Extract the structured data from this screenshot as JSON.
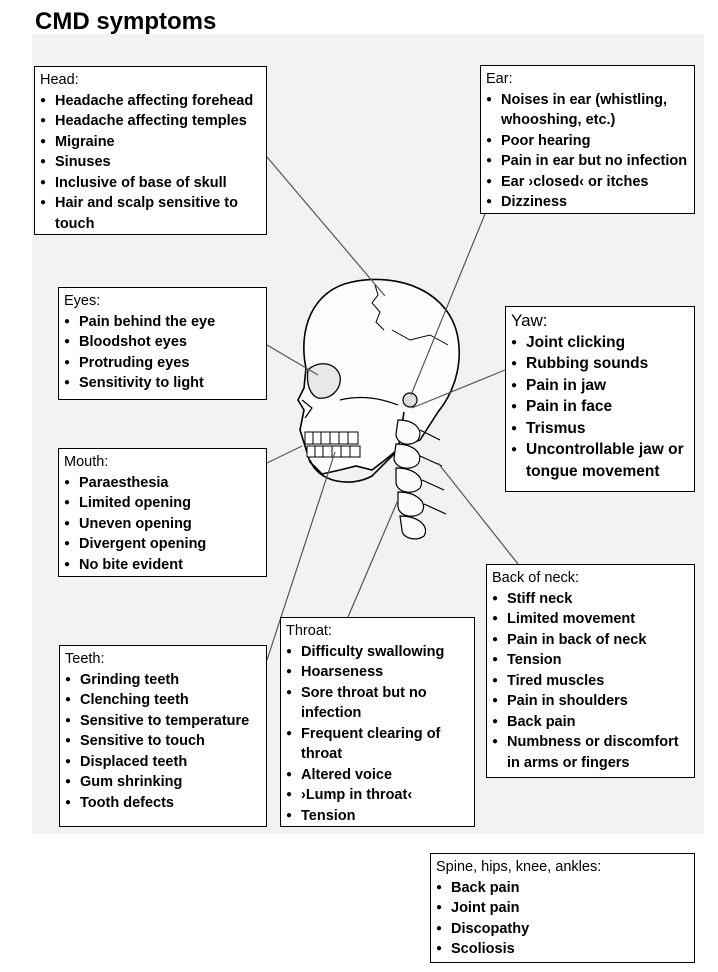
{
  "title": "CMD symptoms",
  "boxes": {
    "head": {
      "heading": "Head:",
      "items": [
        "Headache affecting forehead",
        "Headache affecting temples",
        "Migraine",
        "Sinuses",
        "Inclusive of base of skull",
        "Hair and scalp sensitive to touch"
      ]
    },
    "ear": {
      "heading": "Ear:",
      "items": [
        "Noises in ear (whistling, whooshing, etc.)",
        "Poor hearing",
        "Pain in ear but no infection",
        "Ear ›closed‹ or itches",
        "Dizziness"
      ]
    },
    "eyes": {
      "heading": "Eyes:",
      "items": [
        "Pain behind the eye",
        "Bloodshot eyes",
        "Protruding eyes",
        "Sensitivity to light"
      ]
    },
    "yaw": {
      "heading": "Yaw:",
      "items": [
        "Joint clicking",
        "Rubbing sounds",
        "Pain in jaw",
        "Pain in face",
        "Trismus",
        "Uncontrollable jaw or tongue movement"
      ]
    },
    "mouth": {
      "heading": "Mouth:",
      "items": [
        "Paraesthesia",
        "Limited opening",
        "Uneven opening",
        "Divergent opening",
        "No bite evident"
      ]
    },
    "neck": {
      "heading": "Back of neck:",
      "items": [
        "Stiff neck",
        "Limited movement",
        "Pain in back of neck",
        "Tension",
        "Tired muscles",
        "Pain in shoulders",
        "Back pain",
        "Numbness or discomfort in arms or fingers"
      ]
    },
    "throat": {
      "heading": "Throat:",
      "items": [
        "Difficulty swallowing",
        "Hoarseness",
        "Sore throat but no infection",
        "Frequent clearing of throat",
        "Altered voice",
        "›Lump in throat‹",
        "Tension"
      ]
    },
    "teeth": {
      "heading": "Teeth:",
      "items": [
        "Grinding teeth",
        "Clenching teeth",
        "Sensitive to temperature",
        "Sensitive to touch",
        "Displaced teeth",
        "Gum shrinking",
        "Tooth defects"
      ]
    },
    "spine": {
      "heading": "Spine, hips, knee, ankles:",
      "items": [
        "Back pain",
        "Joint pain",
        "Discopathy",
        "Scoliosis"
      ]
    }
  }
}
